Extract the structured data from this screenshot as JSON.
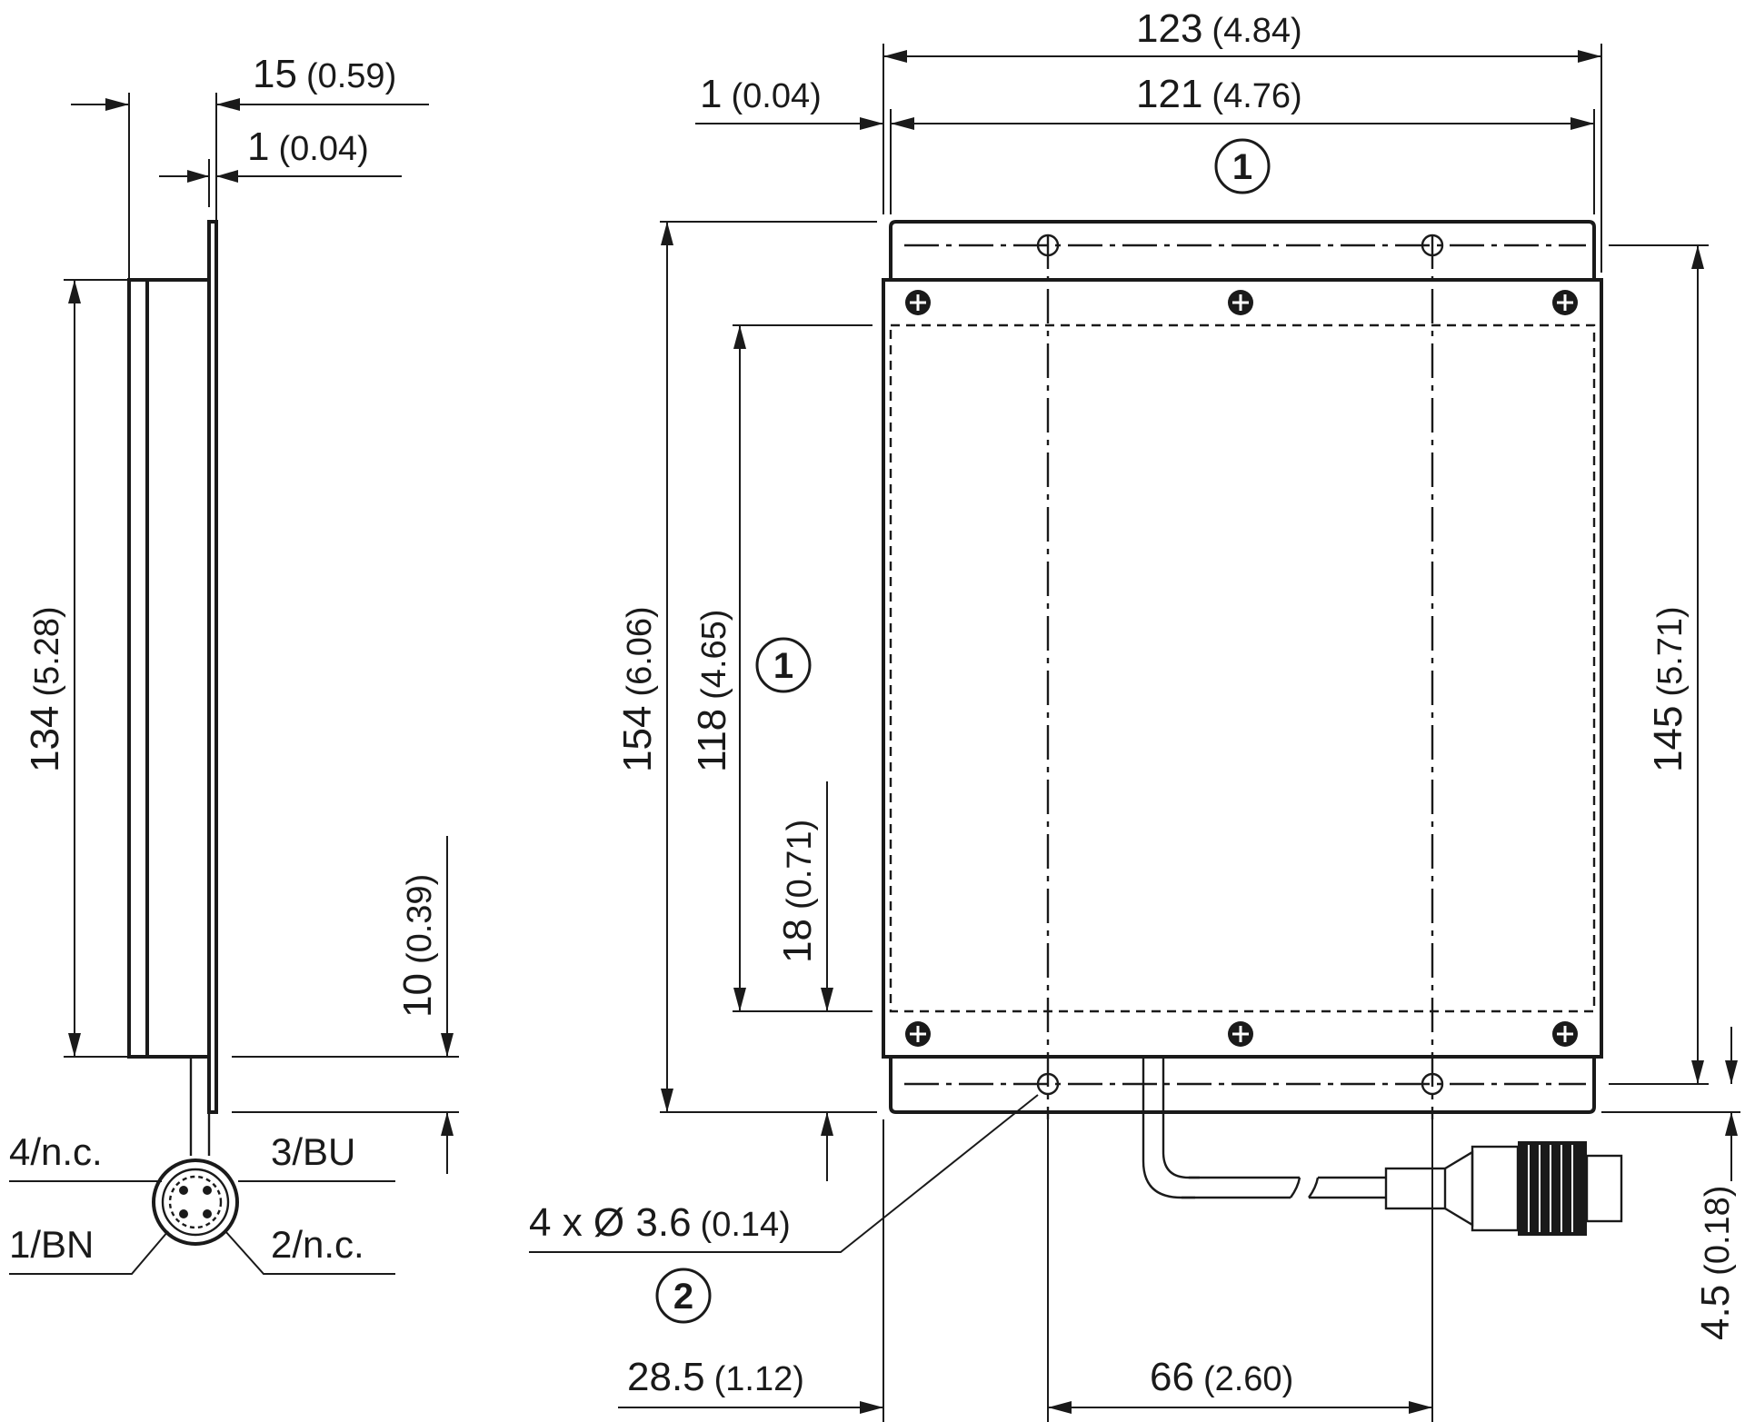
{
  "side_view": {
    "dim_depth": {
      "value": "15",
      "inch": "(0.59)"
    },
    "dim_plate": {
      "value": "1",
      "inch": "(0.04)"
    },
    "dim_height": {
      "value": "134",
      "inch": "(5.28)"
    },
    "dim_offset": {
      "value": "10",
      "inch": "(0.39)"
    },
    "pins": {
      "pin4": "4/n.c.",
      "pin3": "3/BU",
      "pin1": "1/BN",
      "pin2": "2/n.c."
    }
  },
  "front_view": {
    "dim_total_width": {
      "value": "123",
      "inch": "(4.84)"
    },
    "dim_inner_width": {
      "value": "121",
      "inch": "(4.76)"
    },
    "dim_left_offset": {
      "value": "1",
      "inch": "(0.04)"
    },
    "dim_total_height": {
      "value": "154",
      "inch": "(6.06)"
    },
    "dim_inner_height": {
      "value": "118",
      "inch": "(4.65)"
    },
    "dim_bottom_area": {
      "value": "18",
      "inch": "(0.71)"
    },
    "dim_hole_spacing_v": {
      "value": "145",
      "inch": "(5.71)"
    },
    "dim_bottom_edge": {
      "value": "4.5",
      "inch": "(0.18)"
    },
    "dim_hole_x": {
      "value": "28.5",
      "inch": "(1.12)"
    },
    "dim_hole_spacing_h": {
      "value": "66",
      "inch": "(2.60)"
    },
    "holes_label": {
      "value": "4 x Ø 3.6",
      "inch": "(0.14)"
    }
  },
  "callouts": {
    "c1_top": "1",
    "c1_side": "1",
    "c2": "2"
  }
}
